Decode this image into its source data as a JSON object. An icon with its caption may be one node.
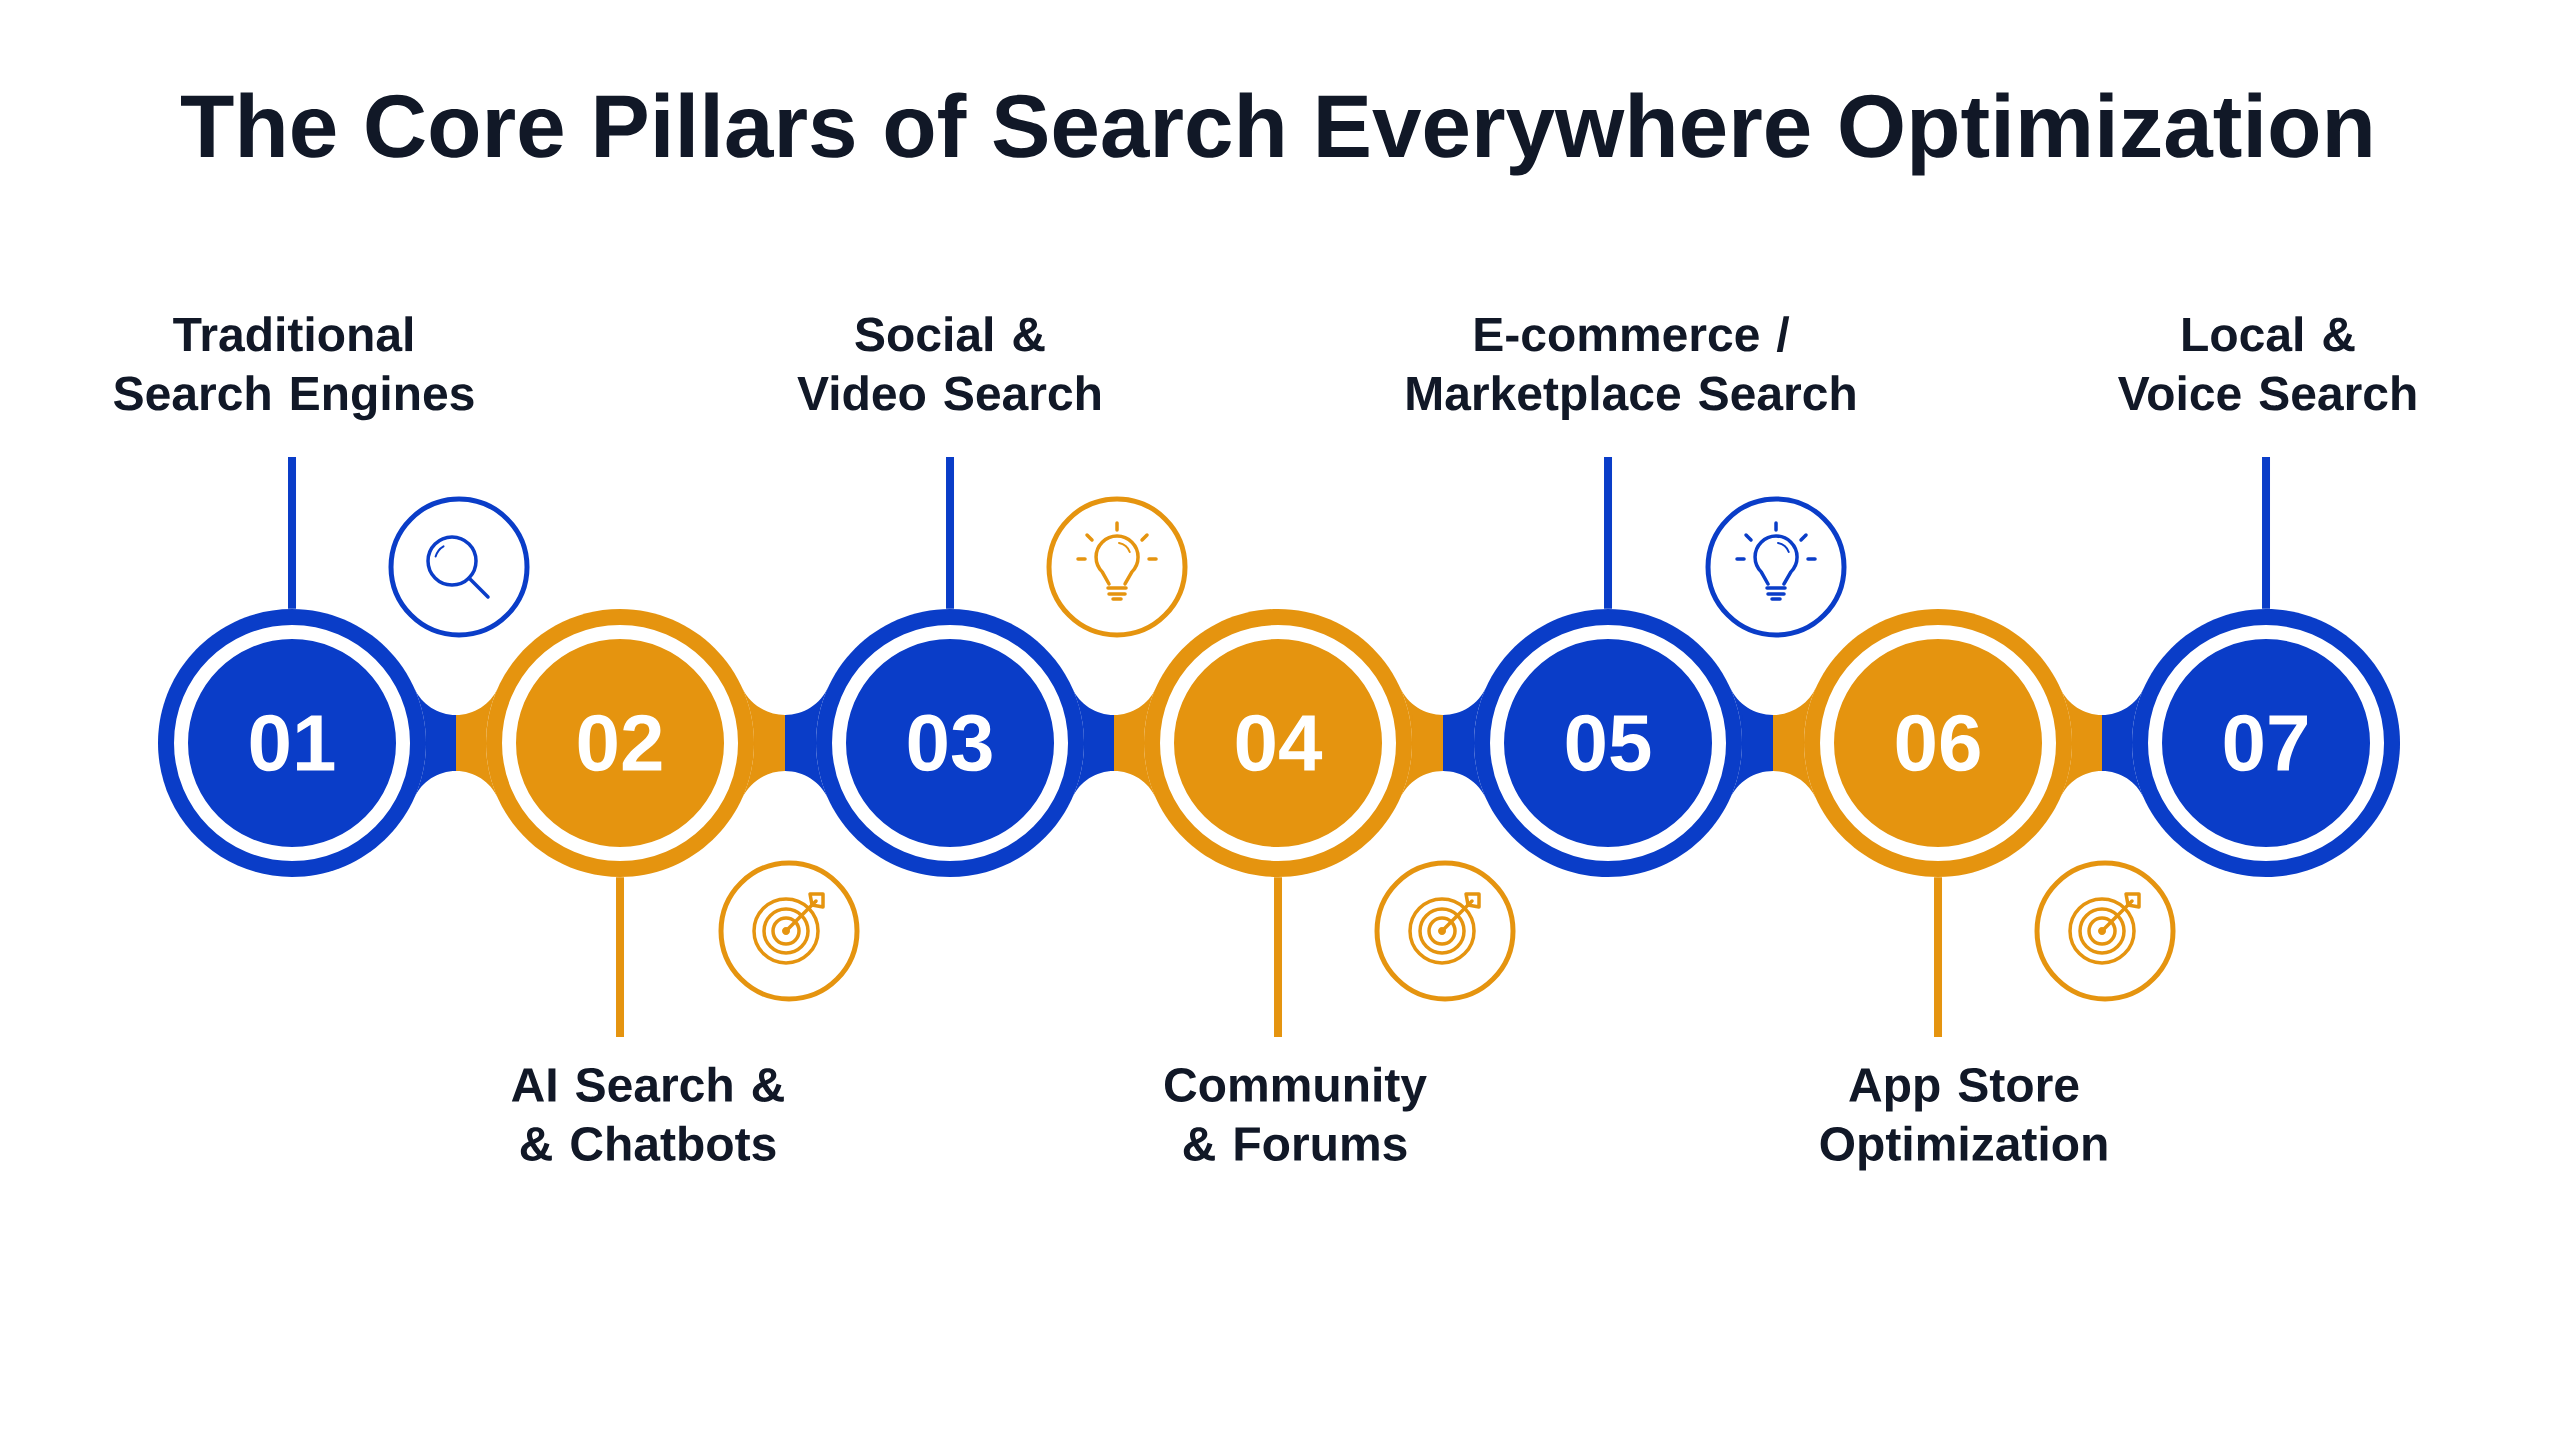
{
  "diagram": {
    "title": "The Core Pillars of Search Everywhere Optimization",
    "nodes": [
      {
        "text": [
          "01"
        ]
      },
      {
        "text": [
          "02"
        ]
      },
      {
        "text": [
          "03"
        ]
      },
      {
        "text": [
          "04"
        ]
      },
      {
        "text": [
          "05"
        ]
      },
      {
        "text": [
          "06"
        ]
      },
      {
        "text": [
          "07"
        ]
      },
      {
        "text": [
          "Traditional Search Engines"
        ]
      },
      {
        "text": [
          "AI Search & & Chatbots"
        ]
      },
      {
        "text": [
          "Social & Video Search"
        ]
      },
      {
        "text": [
          "Community & Forums"
        ]
      },
      {
        "text": [
          "E-commerce / Marketplace Search"
        ]
      },
      {
        "text": [
          "App Store Optimization"
        ]
      },
      {
        "text": [
          "Local & Voice Search"
        ]
      }
    ],
    "edges": [
      {
        "from": 0,
        "to": 1,
        "arrow": "none",
        "style": "thick"
      },
      {
        "from": 1,
        "to": 2,
        "arrow": "none",
        "style": "thick"
      },
      {
        "from": 2,
        "to": 3,
        "arrow": "none",
        "style": "thick"
      },
      {
        "from": 3,
        "to": 4,
        "arrow": "none",
        "style": "thick"
      },
      {
        "from": 4,
        "to": 5,
        "arrow": "none",
        "style": "thick"
      },
      {
        "from": 5,
        "to": 6,
        "arrow": "none",
        "style": "thick"
      },
      {
        "from": 7,
        "to": 0,
        "arrow": "none",
        "color": "#0a3dc8"
      },
      {
        "from": 8,
        "to": 1,
        "arrow": "none"
      },
      {
        "from": 9,
        "to": 2,
        "arrow": "none",
        "color": "#0a3dc8"
      },
      {
        "from": 10,
        "to": 3,
        "arrow": "none"
      },
      {
        "from": 11,
        "to": 4,
        "arrow": "none",
        "color": "#0a3dc8"
      },
      {
        "from": 12,
        "to": 5,
        "arrow": "none"
      },
      {
        "from": 13,
        "to": 6,
        "arrow": "none",
        "color": "#0a3dc8"
      }
    ]
  }
}
